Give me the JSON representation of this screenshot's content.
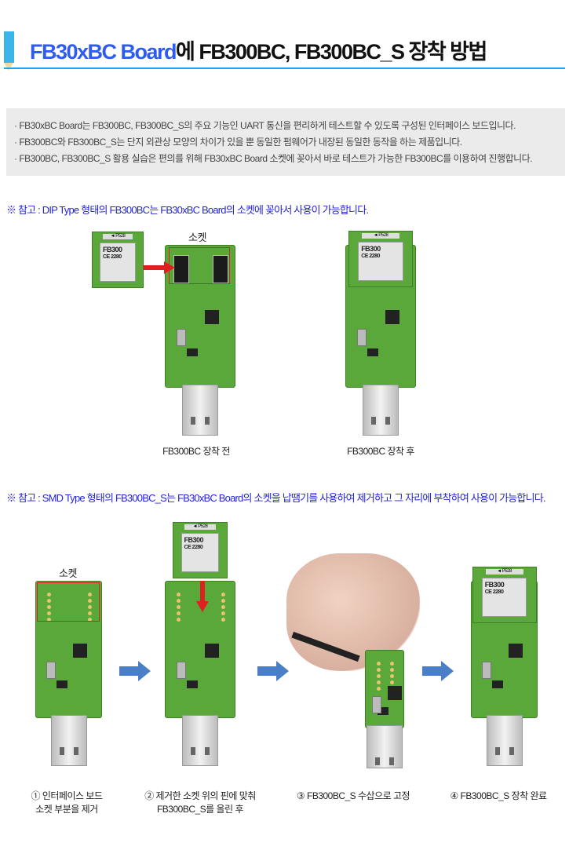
{
  "header": {
    "title_highlight": "FB30xBC Board",
    "title_rest": "에 FB300BC, FB300BC_S 장착 방법"
  },
  "info": [
    "· FB30xBC Board는 FB300BC, FB300BC_S의 주요 기능인 UART 통신을 편리하게 테스트할 수 있도록 구성된 인터페이스 보드입니다.",
    "· FB300BC와 FB300BC_S는 단지 외관상 모양의 차이가 있을 뿐 동일한 펌웨어가 내장된 동일한 동작을 하는 제품입니다.",
    "· FB300BC, FB300BC_S 활용 실습은 편의를 위해 FB30xBC Board 소켓에 꽂아서 바로 테스트가 가능한 FB300BC를 이용하여 진행합니다."
  ],
  "section1": {
    "note": "※ 참고 : DIP Type 형태의 FB300BC는 FB30xBC Board의 소켓에 꽂아서 사용이 가능합니다.",
    "socket_label": "소켓",
    "caption_before": "FB300BC 장착 전",
    "caption_after": "FB300BC 장착 후"
  },
  "section2": {
    "note": "※ 참고 : SMD Type 형태의 FB300BC_S는 FB30xBC Board의 소켓을 납땜기를 사용하여 제거하고 그 자리에 부착하여 사용이 가능합니다.",
    "socket_label": "소켓",
    "steps": [
      {
        "line1": "① 인터페이스 보드",
        "line2": "소켓 부분을 제거"
      },
      {
        "line1": "② 제거한 소켓 위의 핀에 맞춰",
        "line2": "FB300BC_S를 올린 후"
      },
      {
        "line1": "③ FB300BC_S 수삽으로 고정",
        "line2": ""
      },
      {
        "line1": "④ FB300BC_S 장착 완료",
        "line2": ""
      }
    ]
  },
  "module": {
    "name": "FB300",
    "mark": "CE 2280",
    "tag": "P528"
  },
  "colors": {
    "accent": "#2f5cf0",
    "rule": "#1ea4e8",
    "note": "#2424d8",
    "arrow": "#4a7fc8",
    "highlight": "#e02020"
  }
}
